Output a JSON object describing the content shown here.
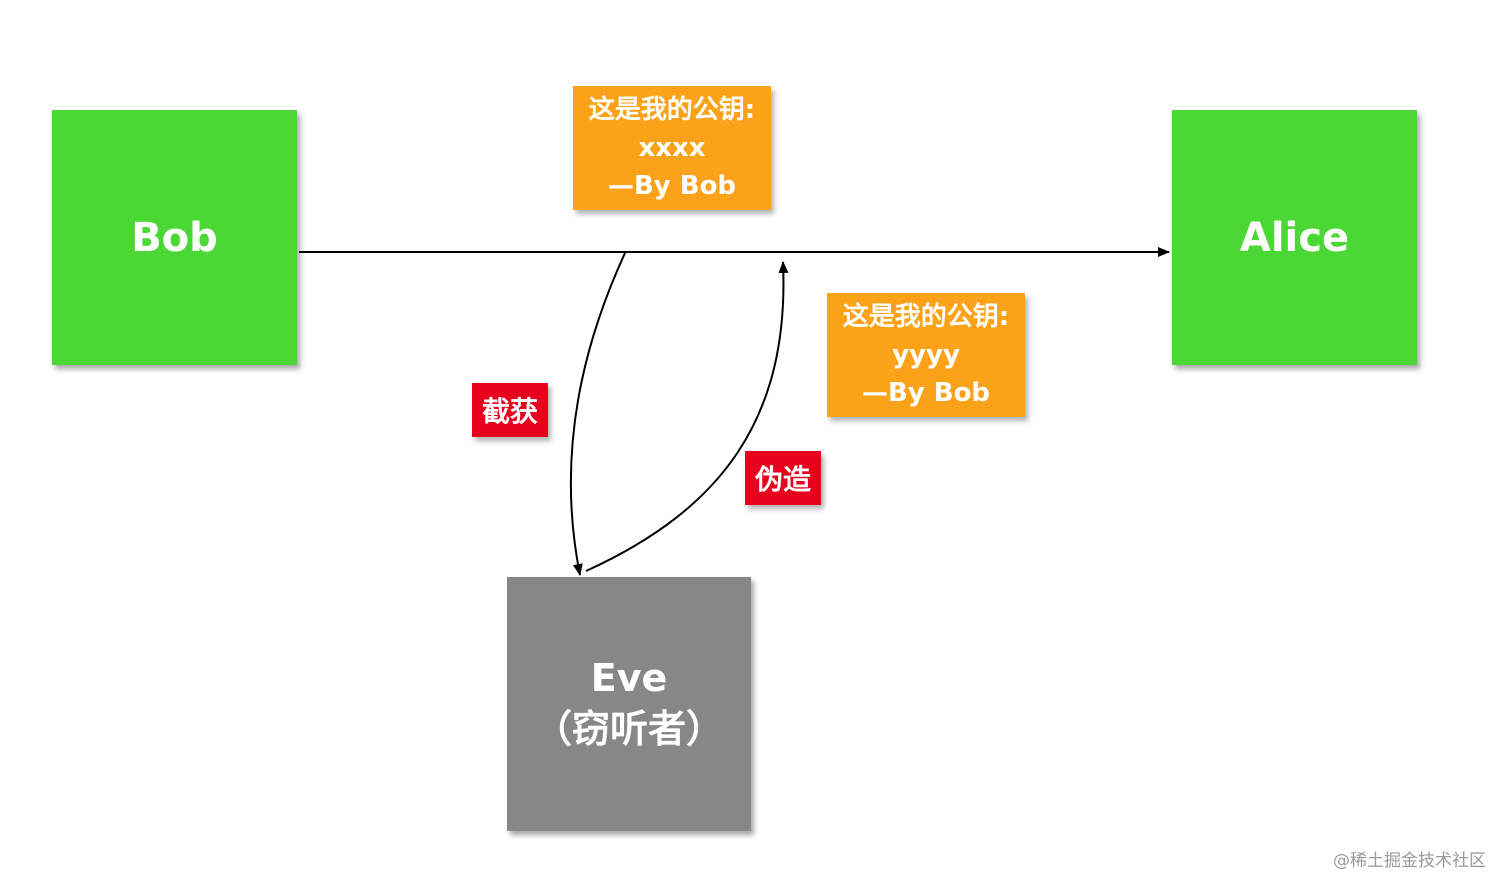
{
  "nodes": {
    "bob": "Bob",
    "alice": "Alice",
    "eve_name": "Eve",
    "eve_role": "（窃听者）"
  },
  "notes": {
    "real": {
      "line1": "这是我的公钥:",
      "key": "xxxx",
      "signature": "—By  Bob"
    },
    "fake": {
      "line1": "这是我的公钥:",
      "key": "yyyy",
      "signature": "—By  Bob"
    }
  },
  "tags": {
    "intercept": "截获",
    "forge": "伪造"
  },
  "watermark": "@稀土掘金技术社区",
  "colors": {
    "node_green": "#4cd834",
    "eve_gray": "#878787",
    "note_orange": "#fba219",
    "tag_red": "#e8001c"
  }
}
